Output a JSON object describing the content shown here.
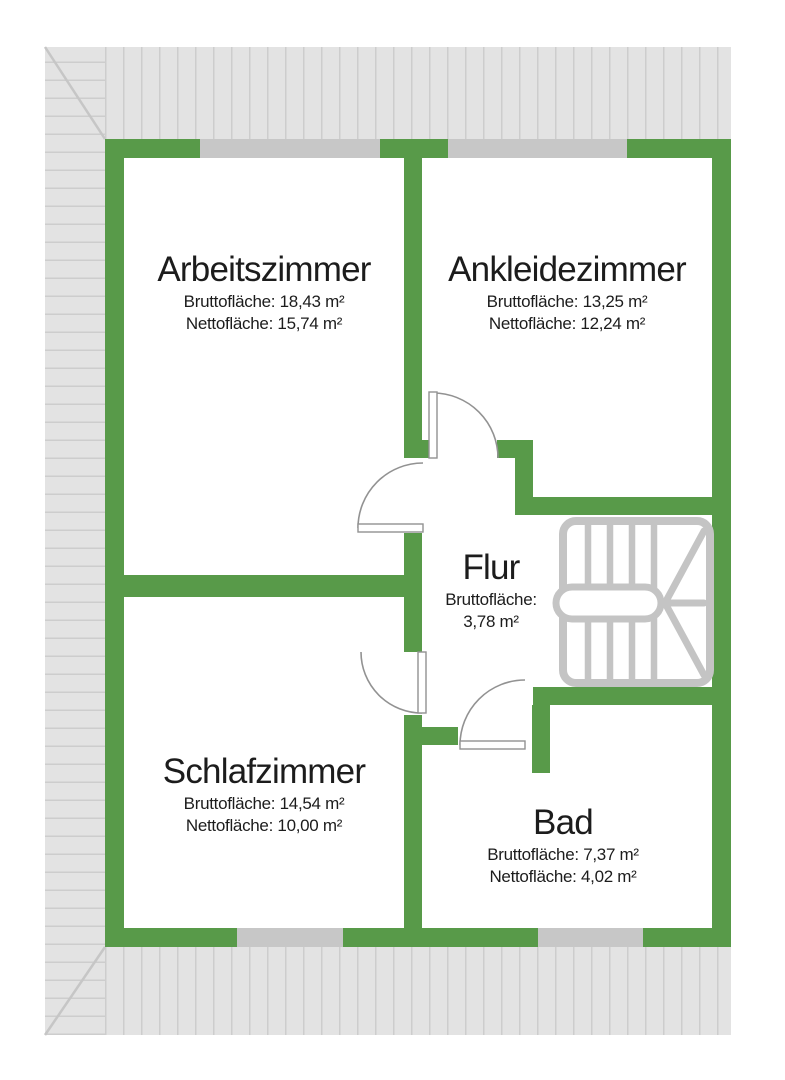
{
  "plan": {
    "type": "floorplan",
    "rooms": {
      "arbeitszimmer": {
        "title": "Arbeitszimmer",
        "line1": "Bruttofläche: 18,43 m²",
        "line2": "Nettofläche: 15,74 m²"
      },
      "ankleidezimmer": {
        "title": "Ankleidezimmer",
        "line1": "Bruttofläche: 13,25 m²",
        "line2": "Nettofläche: 12,24 m²"
      },
      "flur": {
        "title": "Flur",
        "line1": "Bruttofläche:",
        "line2": "3,78 m²"
      },
      "schlafzimmer": {
        "title": "Schlafzimmer",
        "line1": "Bruttofläche: 14,54 m²",
        "line2": "Nettofläche: 10,00 m²"
      },
      "bad": {
        "title": "Bad",
        "line1": "Bruttofläche: 7,37 m²",
        "line2": "Nettofläche: 4,02 m²"
      }
    },
    "colors": {
      "wall_green": "#589a49",
      "roof_gray": "#e3e3e3",
      "roof_line_gray": "#cdcdcd",
      "window_gray": "#c7c7c7",
      "stair_gray": "#c4c4c4",
      "door_gray": "#929292",
      "text": "#1c1c1c"
    }
  }
}
